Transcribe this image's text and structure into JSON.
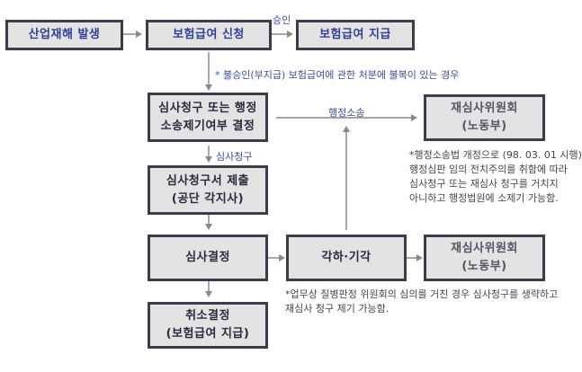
{
  "boxes": {
    "accident": "산업재해 발생",
    "apply": "보험급여 신청",
    "pay": "보험급여 지급",
    "review_line1": "심사청구 또는 행정",
    "review_line2": "소송제기여부 결정",
    "submit_line1": "심사청구서 제출",
    "submit_line2": "(공단 각지사)",
    "decision": "심사결정",
    "dismiss": "각하·기각",
    "cancel_line1": "취소결정",
    "cancel_line2": "(보험급여 지급)",
    "committee_top_line1": "재심사위원회",
    "committee_top_line2": "(노동부)",
    "committee_bottom_line1": "재심사위원회",
    "committee_bottom_line2": "(노동부)"
  },
  "labels": {
    "approval": "승인",
    "disapproval_note": "* 불승인(부지급) 보험급여에 관한 처분에 불복이 있는 경우",
    "admin_lawsuit": "행정소송",
    "review_request": "심사청구"
  },
  "notes": {
    "right_note": [
      "*행정소송법 개정으로 (98. 03. 01 시행)",
      "행정심판 임의 전치주의를 취함에 따라",
      "심사청구 또는 재심사 청구를 거치지",
      "아니하고 행정법원에 소제기 가능함."
    ],
    "bottom_note": [
      "*업무상 질병판정 위원회의 심의를 거친 경우 심사청구를 생략하고",
      "재심사 청구 제기 가능함."
    ]
  }
}
